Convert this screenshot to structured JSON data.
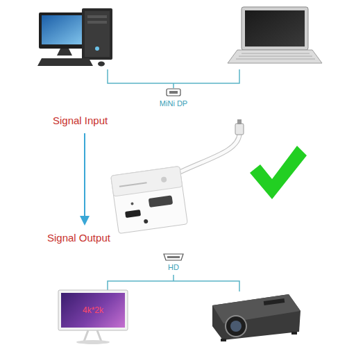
{
  "diagram": {
    "nodes": [
      {
        "text": [
          "4k*2k"
        ]
      }
    ],
    "labels": [
      "MiNi DP",
      "Signal Input",
      "Signal Output",
      "HD"
    ]
  }
}
